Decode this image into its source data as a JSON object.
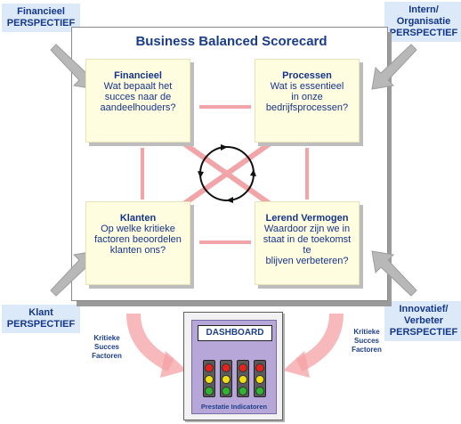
{
  "title": "Business Balanced Scorecard",
  "perspectives": {
    "financieel": {
      "line1": "Financieel",
      "line2": "PERSPECTIEF"
    },
    "intern": {
      "line1": "Intern/",
      "line2": "Organisatie",
      "line3": "PERSPECTIEF"
    },
    "klant": {
      "line1": "Klant",
      "line2": "PERSPECTIEF"
    },
    "innovatief": {
      "line1": "Innovatief/",
      "line2": "Verbeter",
      "line3": "PERSPECTIEF"
    }
  },
  "quadrants": {
    "financieel": {
      "title": "Financieel",
      "text": "Wat bepaalt het\nsucces naar de\naandeelhouders?"
    },
    "processen": {
      "title": "Processen",
      "text": "Wat is essentieel\nin onze\nbedrijfsprocessen?"
    },
    "klanten": {
      "title": "Klanten",
      "text": "Op welke kritieke\nfactoren beoordelen\nklanten ons?"
    },
    "lerend": {
      "title": "Lerend Vermogen",
      "text": "Waardoor zijn we in\nstaat in de toekomst te\nblijven verbeteren?"
    }
  },
  "ksf_left": "Kritieke\nSucces\nFactoren",
  "ksf_right": "Kritieke\nSucces\nFactoren",
  "dashboard": {
    "title": "DASHBOARD",
    "label": "Prestatie Indicatoren"
  },
  "colors": {
    "heading": "#1b3c87",
    "panel": "#fffde0",
    "connector": "#f2a5a9",
    "arrow_grey": "#b8b8b8",
    "arrow_pink": "#f4a2a4",
    "lamp_red": "#e5231b",
    "lamp_yellow": "#f1df13",
    "lamp_green": "#2fb52f"
  },
  "icons": [
    "grey-diagonal-arrow-icon",
    "pink-curved-arrow-icon",
    "cycle-arrows-icon",
    "traffic-light-icon"
  ]
}
